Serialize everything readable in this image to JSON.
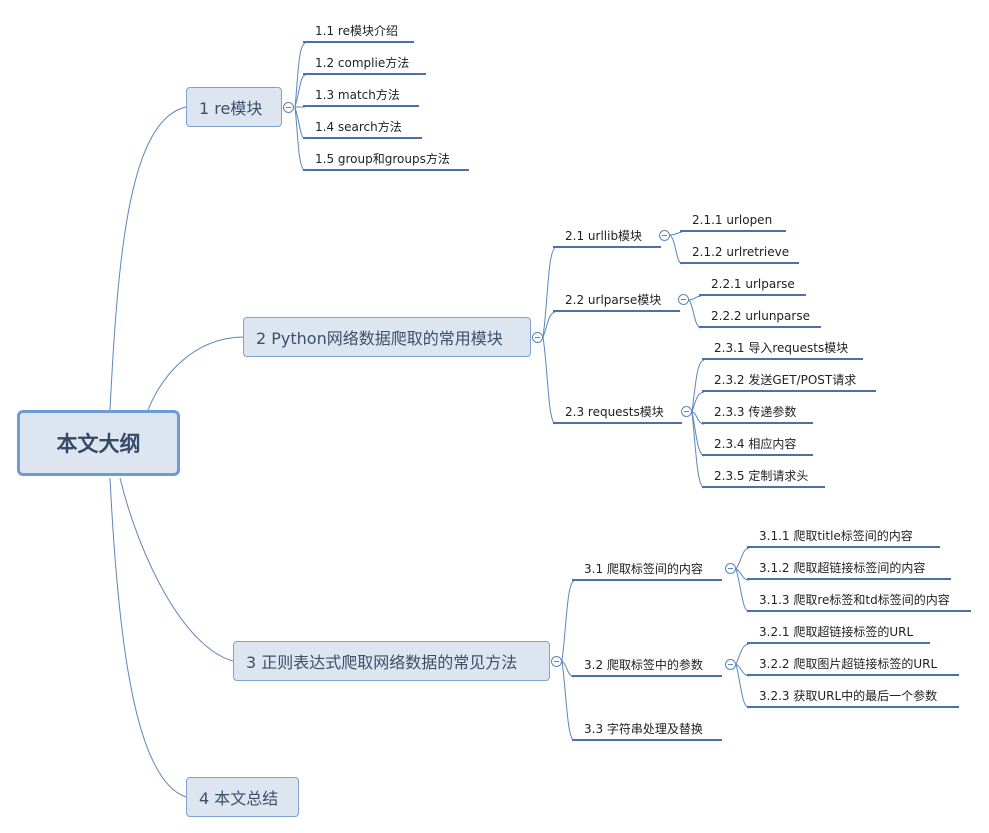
{
  "root": {
    "label": "本文大纲"
  },
  "branches": [
    {
      "label": "1 re模块",
      "children": [
        {
          "label": "1.1  re模块介绍"
        },
        {
          "label": "1.2  complie方法"
        },
        {
          "label": "1.3  match方法"
        },
        {
          "label": "1.4  search方法"
        },
        {
          "label": "1.5  group和groups方法"
        }
      ]
    },
    {
      "label": "2 Python网络数据爬取的常用模块",
      "children": [
        {
          "label": "2.1  urllib模块",
          "children": [
            {
              "label": "2.1.1  urlopen"
            },
            {
              "label": "2.1.2  urlretrieve"
            }
          ]
        },
        {
          "label": "2.2  urlparse模块",
          "children": [
            {
              "label": "2.2.1  urlparse"
            },
            {
              "label": "2.2.2  urlunparse"
            }
          ]
        },
        {
          "label": "2.3  requests模块",
          "children": [
            {
              "label": "2.3.1  导入requests模块"
            },
            {
              "label": "2.3.2  发送GET/POST请求"
            },
            {
              "label": "2.3.3  传递参数"
            },
            {
              "label": "2.3.4  相应内容"
            },
            {
              "label": "2.3.5  定制请求头"
            }
          ]
        }
      ]
    },
    {
      "label": "3 正则表达式爬取网络数据的常见方法",
      "children": [
        {
          "label": "3.1  爬取标签间的内容",
          "children": [
            {
              "label": "3.1.1  爬取title标签间的内容"
            },
            {
              "label": "3.1.2  爬取超链接标签间的内容"
            },
            {
              "label": "3.1.3  爬取re标签和td标签间的内容"
            }
          ]
        },
        {
          "label": "3.2  爬取标签中的参数",
          "children": [
            {
              "label": "3.2.1  爬取超链接标签的URL"
            },
            {
              "label": "3.2.2  爬取图片超链接标签的URL"
            },
            {
              "label": "3.2.3  获取URL中的最后一个参数"
            }
          ]
        },
        {
          "label": "3.3  字符串处理及替换"
        }
      ]
    },
    {
      "label": "4 本文总结"
    }
  ],
  "colors": {
    "connector": "#5b86bd",
    "underline": "#4a72a8",
    "topic_fill": "#dde5f0",
    "root_border": "#6f9bd3"
  }
}
